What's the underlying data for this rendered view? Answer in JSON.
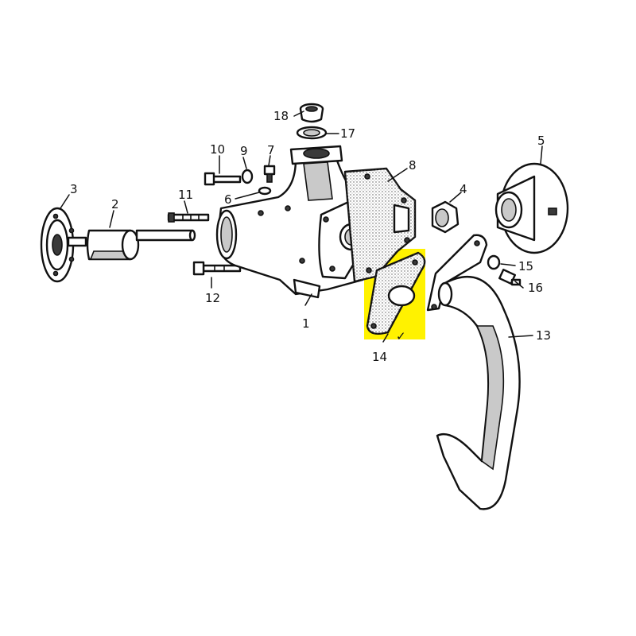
{
  "colors": {
    "highlight": "#fff200",
    "ink": "#111111",
    "paper": "#ffffff"
  },
  "callouts": [
    {
      "id": "c1",
      "label": "1"
    },
    {
      "id": "c2",
      "label": "2"
    },
    {
      "id": "c3",
      "label": "3"
    },
    {
      "id": "c4",
      "label": "4"
    },
    {
      "id": "c5",
      "label": "5"
    },
    {
      "id": "c6",
      "label": "6"
    },
    {
      "id": "c7",
      "label": "7"
    },
    {
      "id": "c8",
      "label": "8"
    },
    {
      "id": "c9",
      "label": "9"
    },
    {
      "id": "c10",
      "label": "10"
    },
    {
      "id": "c11",
      "label": "11"
    },
    {
      "id": "c12",
      "label": "12"
    },
    {
      "id": "c13",
      "label": "13"
    },
    {
      "id": "c14",
      "label": "14"
    },
    {
      "id": "c15",
      "label": "15"
    },
    {
      "id": "c16",
      "label": "16"
    },
    {
      "id": "c17",
      "label": "17"
    },
    {
      "id": "c18",
      "label": "18"
    }
  ],
  "check_mark": "✓",
  "highlighted_part": "14"
}
